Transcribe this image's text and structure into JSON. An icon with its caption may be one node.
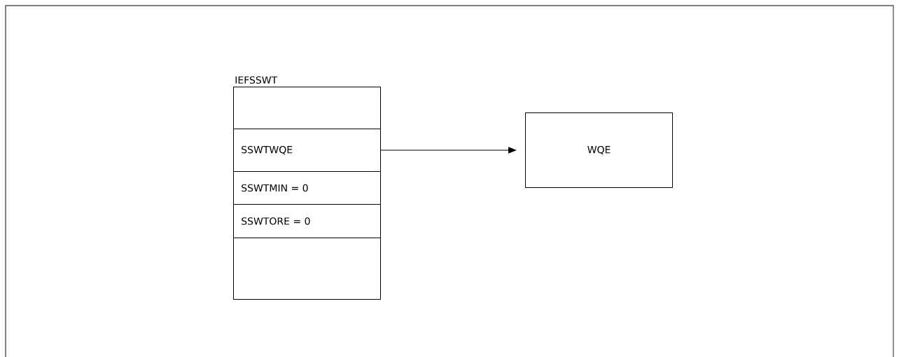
{
  "diagram": {
    "nodes": [
      {
        "text": [
          "IEFSSWT"
        ]
      },
      {
        "text": [],
        "shape": "box",
        "in": 0
      },
      {
        "text": [
          "SSWTWQE"
        ],
        "in": 0
      },
      {
        "text": [
          "SSWTMIN  =  0"
        ],
        "in": 0
      },
      {
        "text": [
          "SSWTORE  =  0"
        ],
        "in": 0
      },
      {
        "text": [],
        "shape": "box",
        "in": 0
      },
      {
        "text": [
          "WQE"
        ]
      }
    ],
    "edges": [
      {
        "from": 2,
        "to": 6,
        "arrow": "to"
      }
    ]
  }
}
